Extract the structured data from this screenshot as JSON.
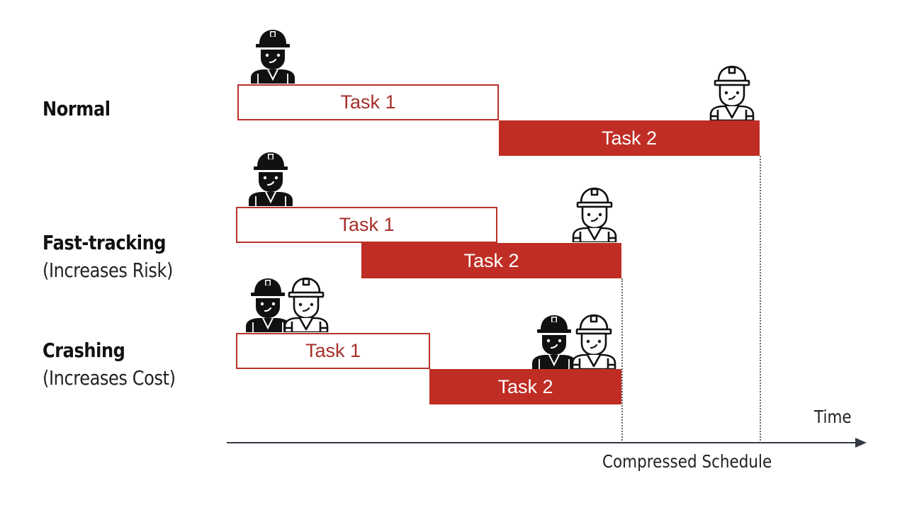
{
  "rows": [
    {
      "id": "normal",
      "title": "Normal",
      "subtitle": "",
      "task1": {
        "label": "Task 1",
        "start": 335,
        "end": 704
      },
      "task2": {
        "label": "Task 2",
        "start": 704,
        "end": 1072
      }
    },
    {
      "id": "fast-tracking",
      "title": "Fast-tracking",
      "subtitle": "(Increases Risk)",
      "task1": {
        "label": "Task 1",
        "start": 333,
        "end": 701
      },
      "task2": {
        "label": "Task 2",
        "start": 510,
        "end": 877
      }
    },
    {
      "id": "crashing",
      "title": "Crashing",
      "subtitle": "(Increases Cost)",
      "task1": {
        "label": "Task 1",
        "start": 333,
        "end": 606
      },
      "task2": {
        "label": "Task 2",
        "start": 606,
        "end": 877
      }
    }
  ],
  "axis": {
    "label": "Time",
    "marker_label": "Compressed Schedule"
  },
  "icons": {
    "worker_dark": "construction-worker-filled",
    "worker_light": "construction-worker-outline"
  },
  "colors": {
    "task_fill": "#bf2d24",
    "task_outline": "#b9312a",
    "task_outline_text": "#a5302a",
    "axis": "#333a44"
  }
}
